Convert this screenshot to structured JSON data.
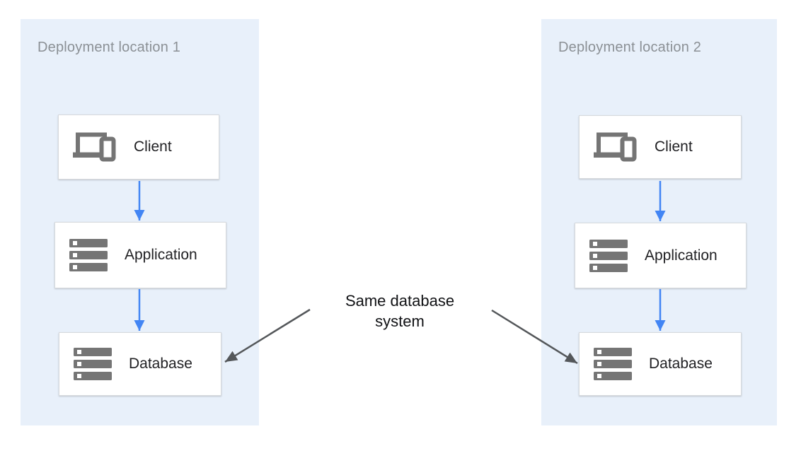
{
  "diagram": {
    "panels": [
      {
        "title": "Deployment location 1",
        "nodes": [
          {
            "label": "Client",
            "icon": "client-devices-icon"
          },
          {
            "label": "Application",
            "icon": "server-stack-icon"
          },
          {
            "label": "Database",
            "icon": "server-stack-icon"
          }
        ]
      },
      {
        "title": "Deployment location 2",
        "nodes": [
          {
            "label": "Client",
            "icon": "client-devices-icon"
          },
          {
            "label": "Application",
            "icon": "server-stack-icon"
          },
          {
            "label": "Database",
            "icon": "server-stack-icon"
          }
        ]
      }
    ],
    "center_label": "Same database\nsystem",
    "colors": {
      "panel_bg": "#E8F0FA",
      "flow_arrow_blue": "#4285F4",
      "annotation_arrow_gray": "#54575A",
      "icon_gray": "#757575",
      "node_border": "#D7DADD",
      "panel_title_gray": "#8B9095",
      "node_label_dark": "#212124"
    }
  }
}
